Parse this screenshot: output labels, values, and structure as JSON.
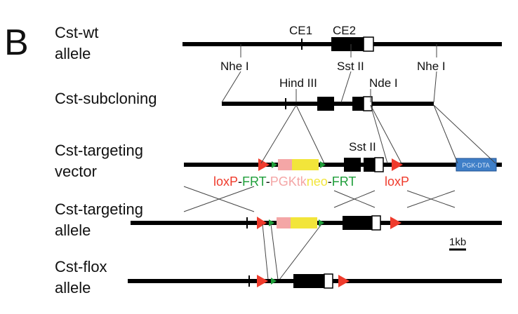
{
  "panel_letter": "B",
  "rows": {
    "wt": {
      "label_1": "Cst-wt",
      "label_2": "allele"
    },
    "subcloning": {
      "label": "Cst-subcloning"
    },
    "vector": {
      "label_1": "Cst-targeting",
      "label_2": "vector"
    },
    "targeting": {
      "label_1": "Cst-targeting",
      "label_2": "allele"
    },
    "flox": {
      "label_1": "Cst-flox",
      "label_2": "allele"
    }
  },
  "sites": {
    "ce1": "CE1",
    "ce2": "CE2",
    "nhe_left": "Nhe I",
    "sst_top": "Sst II",
    "nhe_right": "Nhe I",
    "hind": "Hind III",
    "nde": "Nde I",
    "sst_vector": "Sst II"
  },
  "cassette": {
    "loxp_1": "loxP",
    "dash_1": "-",
    "frt_1": "FRT",
    "dash_2": "-",
    "pgk": "PGKtk",
    "neo": "neo",
    "dash_3": "-",
    "frt_2": "FRT",
    "loxp_2": "loxP",
    "dta": "PGK-DTA"
  },
  "scale": {
    "label": "1kb"
  },
  "colors": {
    "loxp": "#ef3b2c",
    "frt": "#1f9e3a",
    "pgk": "#f4a6a6",
    "neo": "#f2e53a",
    "dta": "#3f7fc8",
    "line": "#000000"
  }
}
